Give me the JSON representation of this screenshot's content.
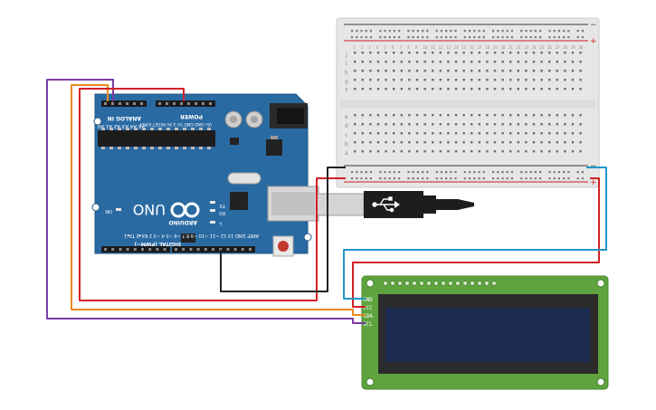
{
  "colors": {
    "board": "#2a6aa3",
    "board_dark": "#1f5684",
    "breadboard": "#e8e8e8",
    "lcd_board": "#5ea33e",
    "lcd_screen": "#1c2c52",
    "wire_red": "#d21f26",
    "wire_orange": "#e98a1c",
    "wire_purple": "#7b3aa6",
    "wire_black": "#222222",
    "wire_blue": "#2196c8"
  },
  "arduino": {
    "brand": "ARDUINO",
    "model": "UNO",
    "analog_header": "ANALOG IN",
    "analog_pins": [
      "A0",
      "A1",
      "A2",
      "A3",
      "A4",
      "A5"
    ],
    "power_header": "POWER",
    "power_pins": [
      "IOREF",
      "RESET",
      "3.3V",
      "5V",
      "GND",
      "GND",
      "Vin"
    ],
    "digital_label": "DIGITAL (PWM~)",
    "digital_pins": [
      "TX▸1",
      "RX◂0",
      "2",
      "~3",
      "4",
      "~5",
      "~6",
      "7",
      "8",
      "~9",
      "~10",
      "~11",
      "12",
      "13",
      "GND",
      "AREF"
    ],
    "leds": [
      "TX",
      "RX",
      "L"
    ],
    "on_label": "ON"
  },
  "breadboard": {
    "rail_minus": "−",
    "rail_plus": "+",
    "row_letters_top": [
      "j",
      "i",
      "h",
      "g",
      "f"
    ],
    "row_letters_bottom": [
      "e",
      "d",
      "c",
      "b",
      "a"
    ]
  },
  "lcd": {
    "pins": [
      "GND",
      "VCC",
      "SDA",
      "SCL"
    ]
  },
  "icons": {
    "usb": "usb-icon"
  }
}
